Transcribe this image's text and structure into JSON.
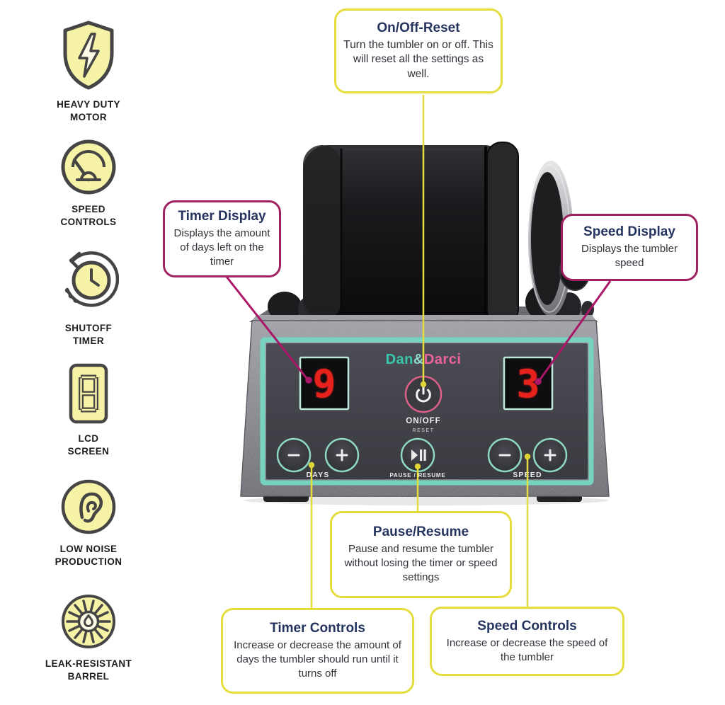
{
  "title": "Rock tumbler feature diagram",
  "colors": {
    "callout_yellow": "#e5dd3d",
    "callout_magenta": "#9e2160",
    "title_navy": "#25335f",
    "body_text": "#32323a",
    "icon_yellow": "#f6f2a6",
    "icon_stroke": "#454545",
    "panel_teal": "#77d3bf",
    "display_red": "#e7231b",
    "brand_teal": "#38c7ab",
    "brand_pink": "#f0639a",
    "power_ring_pink": "#dc6088"
  },
  "features": [
    {
      "icon": "shield-lightning-icon",
      "label_line1": "HEAVY DUTY",
      "label_line2": "MOTOR"
    },
    {
      "icon": "speedometer-icon",
      "label_line1": "SPEED",
      "label_line2": "CONTROLS"
    },
    {
      "icon": "timer-clock-icon",
      "label_line1": "SHUTOFF",
      "label_line2": "TIMER"
    },
    {
      "icon": "seven-segment-display-icon",
      "label_line1": "LCD",
      "label_line2": "SCREEN"
    },
    {
      "icon": "ear-icon",
      "label_line1": "LOW NOISE",
      "label_line2": "PRODUCTION"
    },
    {
      "icon": "sunburst-droplet-icon",
      "label_line1": "LEAK-RESISTANT",
      "label_line2": "BARREL"
    }
  ],
  "callouts": {
    "on_off_reset": {
      "title": "On/Off-Reset",
      "body": "Turn the tumbler on or off. This will reset all the settings as well."
    },
    "timer_display": {
      "title": "Timer Display",
      "body": "Displays the amount of days left on the timer"
    },
    "speed_display": {
      "title": "Speed Display",
      "body": "Displays the tumbler speed"
    },
    "pause_resume": {
      "title": "Pause/Resume",
      "body": "Pause and resume the tumbler without losing the timer or speed settings"
    },
    "timer_controls": {
      "title": "Timer Controls",
      "body": "Increase or decrease the amount of days the tumbler should run until it turns off"
    },
    "speed_controls": {
      "title": "Speed Controls",
      "body": "Increase or decrease the speed of the tumbler"
    }
  },
  "device": {
    "brand": {
      "part1": "Dan",
      "amp": "&",
      "part2": "Darci"
    },
    "timer_display_value": "9",
    "speed_display_value": "3",
    "power_button": {
      "label": "ON/OFF",
      "sublabel": "RESET"
    },
    "controls": {
      "days_label": "DAYS",
      "pause_label": "PAUSE / RESUME",
      "speed_label": "SPEED"
    },
    "icons": {
      "power": "power-icon",
      "play_pause": "play-pause-icon",
      "minus": "minus-icon",
      "plus": "plus-icon"
    }
  }
}
